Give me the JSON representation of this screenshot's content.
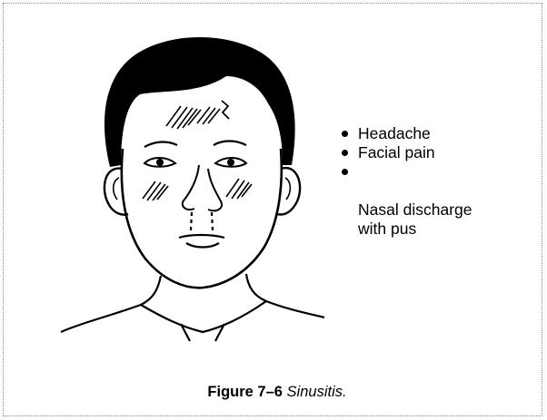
{
  "illustration": {
    "icon": "face-with-sinus-pain-areas-drawing"
  },
  "symptoms": [
    {
      "text": "Headache"
    },
    {
      "text": "Facial pain"
    },
    {
      "text": "Nasal discharge\nwith pus"
    }
  ],
  "caption": {
    "label": "Figure 7–6",
    "title": "Sinusitis."
  }
}
